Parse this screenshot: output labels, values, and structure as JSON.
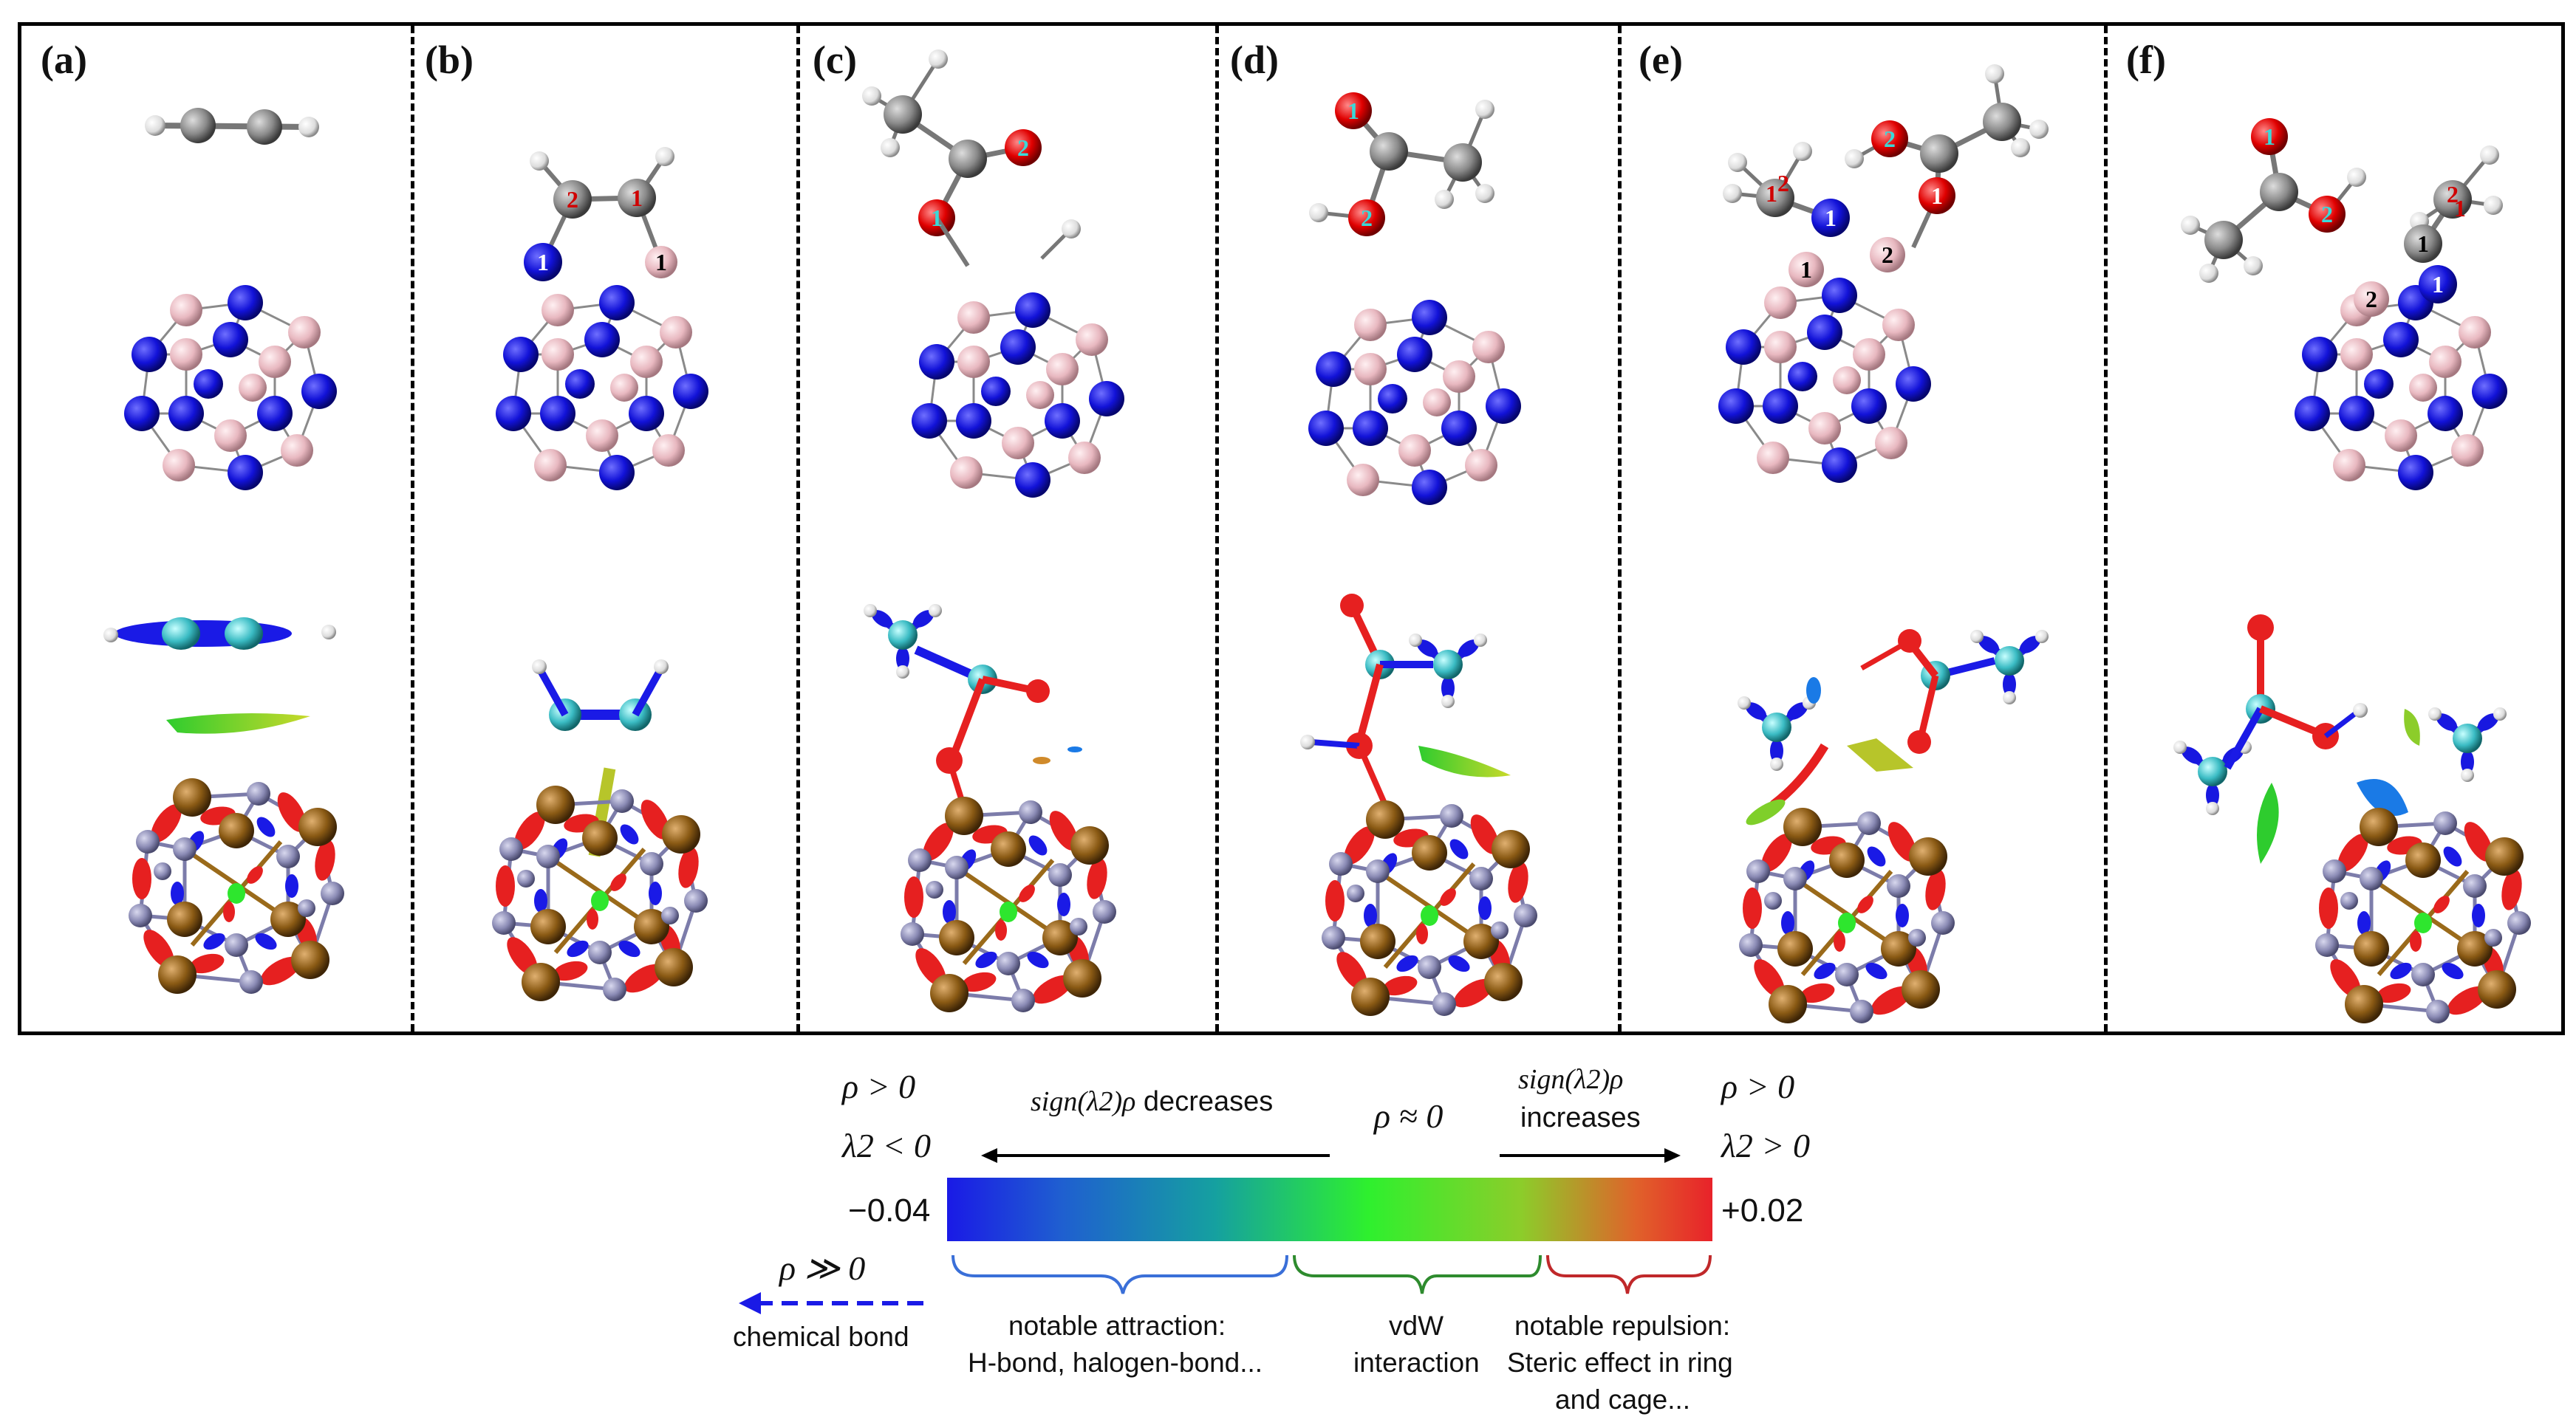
{
  "panels": [
    {
      "id": "a",
      "label": "(a)"
    },
    {
      "id": "b",
      "label": "(b)"
    },
    {
      "id": "c",
      "label": "(c)"
    },
    {
      "id": "d",
      "label": "(d)"
    },
    {
      "id": "e",
      "label": "(e)"
    },
    {
      "id": "f",
      "label": "(f)"
    }
  ],
  "atom_numbers": {
    "b": [
      "2",
      "1",
      "1",
      "1"
    ],
    "c": [
      "2",
      "1"
    ],
    "d": [
      "1",
      "2"
    ],
    "e": [
      "1",
      "2",
      "2",
      "1",
      "1",
      "1",
      "2"
    ],
    "f": [
      "1",
      "2",
      "2",
      "1",
      "1",
      "2",
      "1"
    ]
  },
  "legend": {
    "left_cond_1": "ρ > 0",
    "left_cond_2": "λ2 < 0",
    "decreases_expr": "sign(λ2)ρ",
    "decreases_word": "decreases",
    "middle_cond": "ρ ≈ 0",
    "increases_expr": "sign(λ2)ρ",
    "increases_word": "increases",
    "right_cond_1": "ρ > 0",
    "right_cond_2": "λ2 > 0",
    "min_label": "−0.04",
    "max_label": "+0.02",
    "bond_cond": "ρ ≫ 0",
    "bond_label": "chemical bond",
    "attraction_1": "notable attraction:",
    "attraction_2": "H-bond, halogen-bond...",
    "vdw_1": "vdW",
    "vdw_2": "interaction",
    "repulsion_1": "notable repulsion:",
    "repulsion_2": "Steric effect in ring",
    "repulsion_3": "and cage...",
    "colorbar_colors": [
      "#1a1ae6",
      "#1f5fd0",
      "#15a0a0",
      "#2ef02e",
      "#8ccd2a",
      "#e0622a",
      "#e8222a"
    ],
    "brace_colors": {
      "attraction": "#3a6fd8",
      "vdw": "#2e8b2e",
      "repulsion": "#c0282a"
    }
  }
}
